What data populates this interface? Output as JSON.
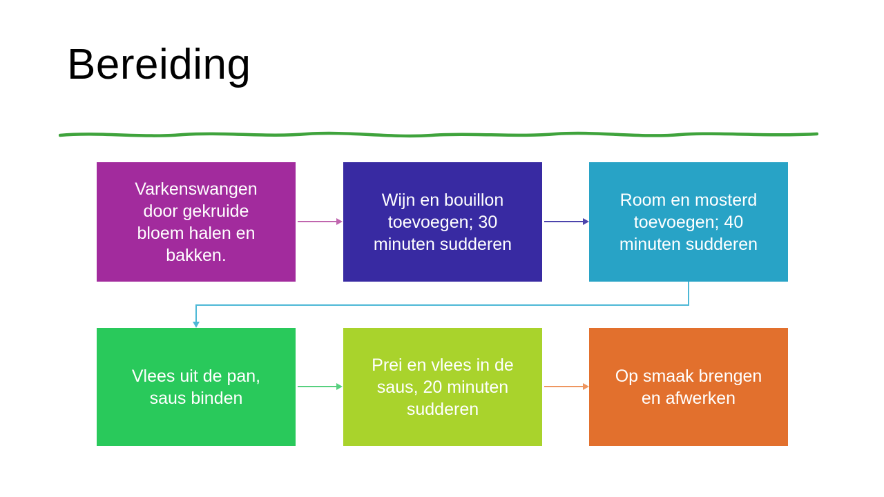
{
  "slide": {
    "title": "Bereiding",
    "title_color": "#000000",
    "background": "#ffffff",
    "divider_color": "#3FA33C"
  },
  "flowchart": {
    "steps": [
      {
        "id": 1,
        "label": "Varkenswangen\ndoor gekruide\nbloem halen en\nbakken.",
        "color": "#A22B9D",
        "text_color": "#ffffff"
      },
      {
        "id": 2,
        "label": "Wijn en bouillon\ntoevoegen; 30\nminuten sudderen",
        "color": "#382AA2",
        "text_color": "#ffffff"
      },
      {
        "id": 3,
        "label": "Room en mosterd\ntoevoegen; 40\nminuten sudderen",
        "color": "#28A3C6",
        "text_color": "#ffffff"
      },
      {
        "id": 4,
        "label": "Vlees uit de pan,\nsaus binden",
        "color": "#29C95B",
        "text_color": "#ffffff"
      },
      {
        "id": 5,
        "label": "Prei en vlees in de\nsaus, 20 minuten\nsudderen",
        "color": "#A9D32C",
        "text_color": "#ffffff"
      },
      {
        "id": 6,
        "label": "Op smaak brengen\nen afwerken",
        "color": "#E2702D",
        "text_color": "#ffffff"
      }
    ],
    "connectors": [
      {
        "from": 1,
        "to": 2,
        "type": "straight",
        "color": "#C066AE"
      },
      {
        "from": 2,
        "to": 3,
        "type": "straight",
        "color": "#4C44AC"
      },
      {
        "from": 3,
        "to": 4,
        "type": "elbow",
        "color": "#4DB8D6"
      },
      {
        "from": 4,
        "to": 5,
        "type": "straight",
        "color": "#57D07F"
      },
      {
        "from": 5,
        "to": 6,
        "type": "straight",
        "color": "#EE9660"
      }
    ]
  }
}
